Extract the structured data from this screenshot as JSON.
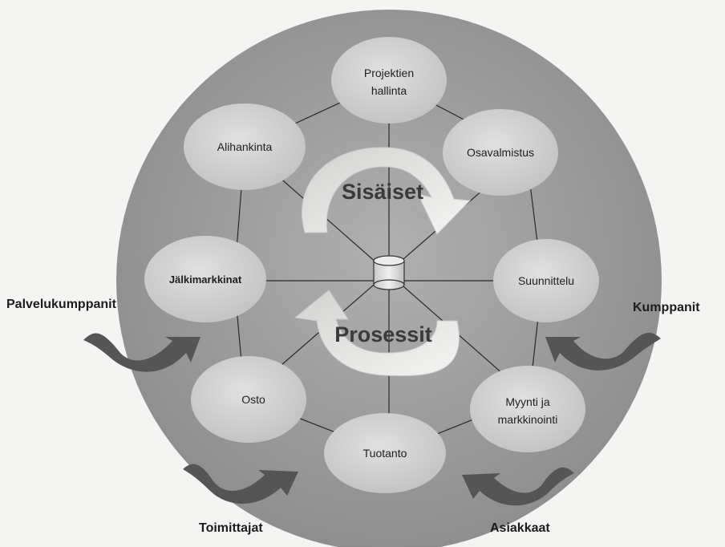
{
  "diagram": {
    "hub_nodes": [
      {
        "id": "projektien-hallinta",
        "lines": [
          "Projektien",
          "hallinta"
        ]
      },
      {
        "id": "osavalmistus",
        "lines": [
          "Osavalmistus"
        ]
      },
      {
        "id": "suunnittelu",
        "lines": [
          "Suunnittelu"
        ]
      },
      {
        "id": "myynti-ja-markkinointi",
        "lines": [
          "Myynti ja",
          "markkinointi"
        ]
      },
      {
        "id": "tuotanto",
        "lines": [
          "Tuotanto"
        ]
      },
      {
        "id": "osto",
        "lines": [
          "Osto"
        ]
      },
      {
        "id": "jalkimarkkinat",
        "lines": [
          "Jälkimarkkinat"
        ]
      },
      {
        "id": "alihankinta",
        "lines": [
          "Alihankinta"
        ]
      }
    ],
    "cycle": {
      "upper": "Sisäiset",
      "lower": "Prosessit"
    },
    "center_icon": "database-cylinder-icon",
    "external": {
      "palvelukumppanit": "Palvelukumppanit",
      "kumppanit": "Kumppanit",
      "toimittajat": "Toimittajat",
      "asiakkaat": "Asiakkaat"
    },
    "colors": {
      "big_circle": "#9a9a9a",
      "node_fill": "#d4d4d4",
      "spokes": "#2a2a2a",
      "cycle_arrows": "#e6e6e4",
      "external_arrows": "#555555",
      "background": "#f4f4f2"
    }
  }
}
